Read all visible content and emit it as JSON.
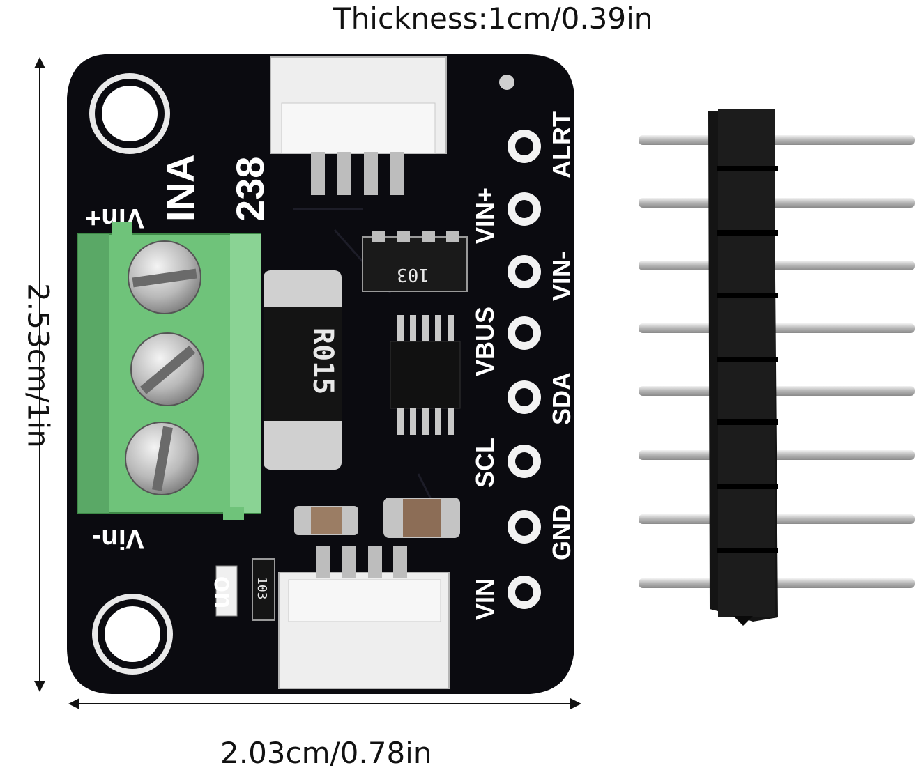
{
  "dimensions": {
    "thickness": "Thickness:1cm/0.39in",
    "width": "2.03cm/0.78in",
    "height": "2.53cm/1in"
  },
  "board": {
    "chip_name_line1": "INA",
    "chip_name_line2": "238",
    "terminal_plus": "Vin+",
    "terminal_minus": "Vin-",
    "led_label": "on",
    "shunt_marking": "R015",
    "smd_marking": "103",
    "led_resistor_marking": "103",
    "pins": [
      "ALRT",
      "VIN+",
      "VIN-",
      "VBUS",
      "SDA",
      "SCL",
      "GND",
      "VIN"
    ]
  },
  "colors": {
    "pcb": "#0b0b10",
    "terminal_block": "#6fc37a",
    "connector": "#eeeeee",
    "header_plastic": "#141414",
    "header_pins": "#c9c9c9"
  }
}
